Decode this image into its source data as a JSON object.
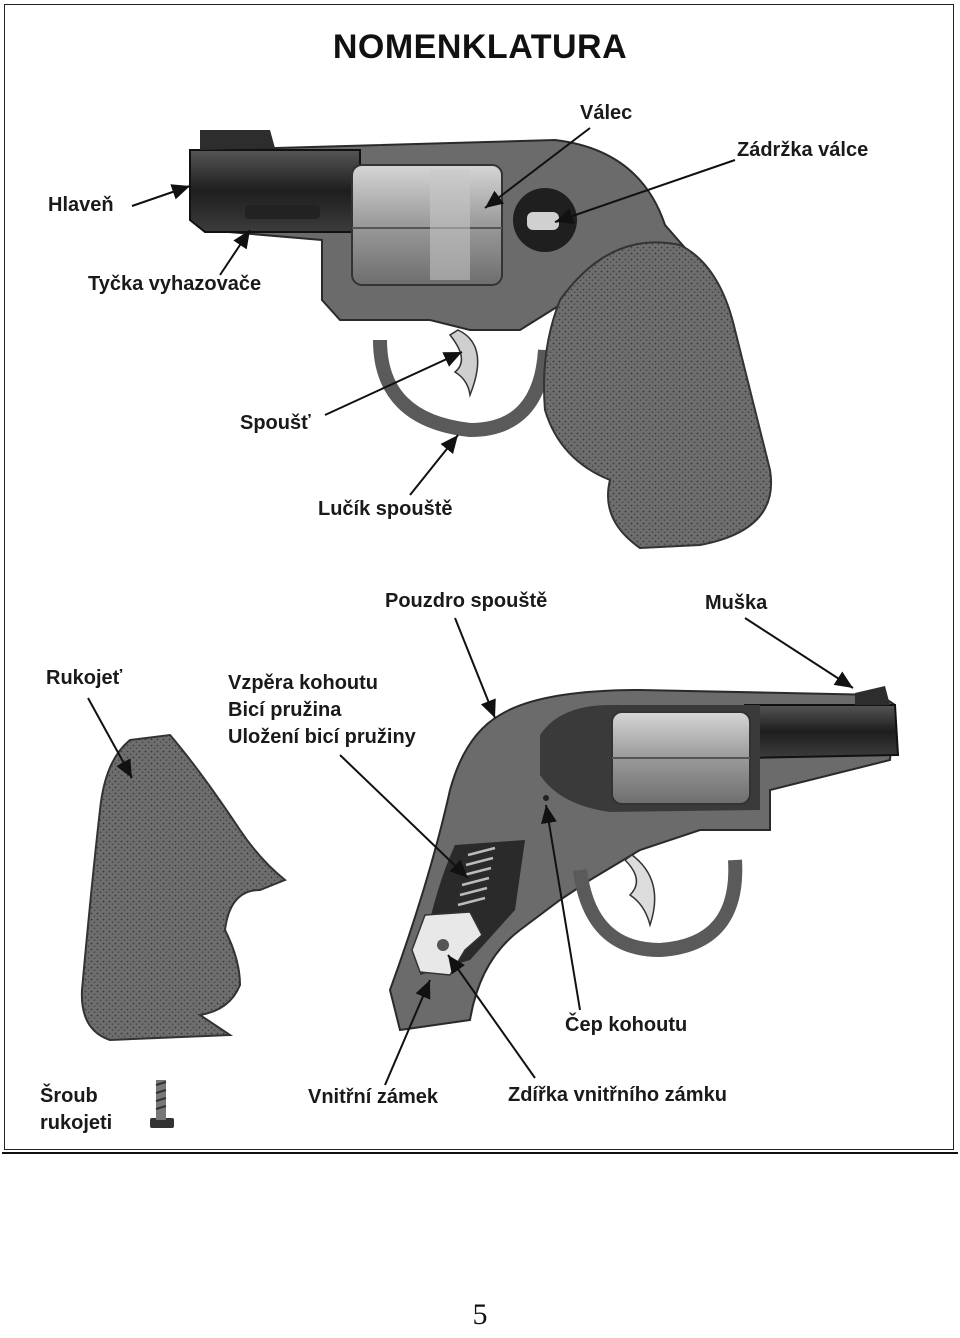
{
  "title": "NOMENKLATURA",
  "labels": {
    "valec": "Válec",
    "zadrzka_valce": "Zádržka válce",
    "hlaven": "Hlaveň",
    "tycka": "Tyčka vyhazovače",
    "spoust": "Spoušť",
    "lucik": "Lučík spouště",
    "pouzdro": "Pouzdro spouště",
    "muska": "Muška",
    "rukojet": "Rukojeť",
    "vzpera": "Vzpěra kohoutu",
    "bici_pruzina": "Bicí pružina",
    "ulozeni": "Uložení bicí pružiny",
    "cep": "Čep kohoutu",
    "sroub_1": "Šroub",
    "sroub_2": "rukojeti",
    "zamek": "Vnitřní zámek",
    "zdirka": "Zdířka vnitřního zámku"
  },
  "page_number": "5",
  "colors": {
    "ink": "#111111",
    "metal": "#6b6b6b",
    "metal_dark": "#2e2e2e",
    "grip": "#777777",
    "cylinder": "#b5b5b5"
  }
}
